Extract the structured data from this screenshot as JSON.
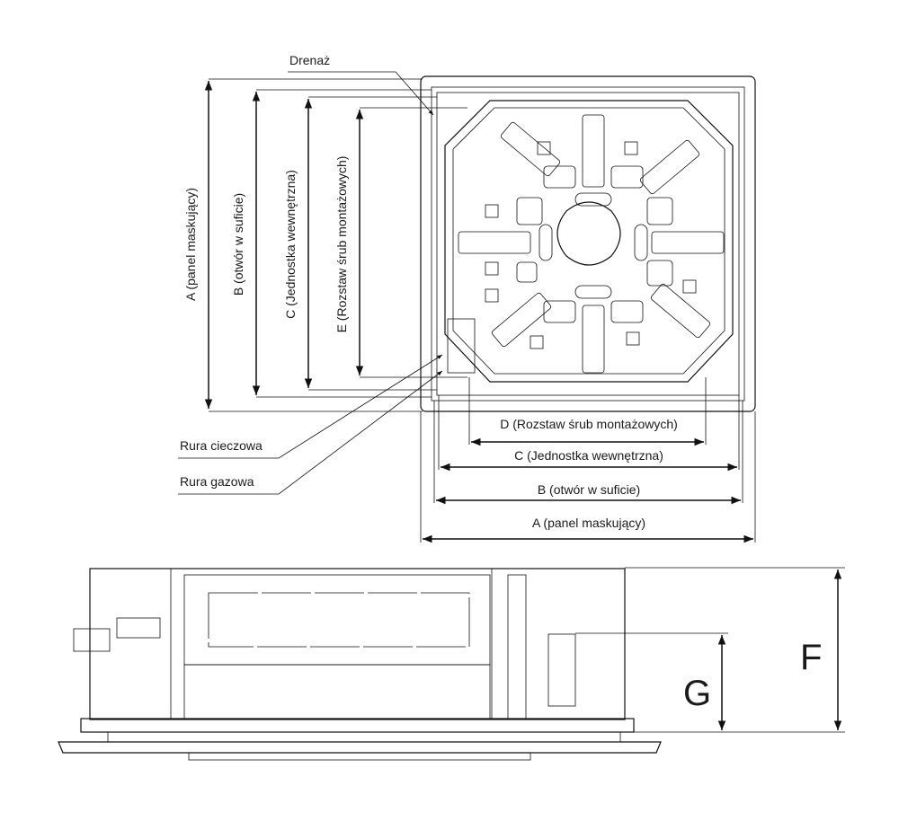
{
  "top_view": {
    "drain_label": "Drenaż",
    "liquid_pipe_label": "Rura cieczowa",
    "gas_pipe_label": "Rura gazowa",
    "vertical_dims": {
      "a": "A (panel maskujący)",
      "b": "B (otwór w suficie)",
      "c": "C (Jednostka wewnętrzna)",
      "e": "E (Rozstaw śrub montażowych)"
    },
    "horizontal_dims": {
      "d": "D (Rozstaw śrub montażowych)",
      "c": "C (Jednostka wewnętrzna)",
      "b": "B (otwór w suficie)",
      "a": "A (panel maskujący)"
    }
  },
  "side_view": {
    "f_label": "F",
    "g_label": "G"
  }
}
